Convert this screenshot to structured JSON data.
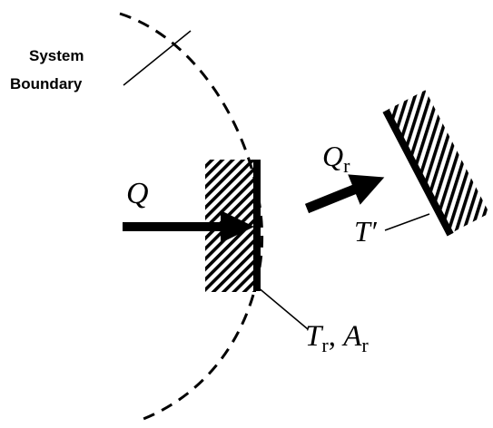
{
  "labels": {
    "system_boundary_line1": "System",
    "system_boundary_line2": "Boundary",
    "heat_in": "Q",
    "heat_radiated_main": "Q",
    "heat_radiated_sub": "r",
    "surroundings_temp": "T′",
    "surface_T_main": "T",
    "surface_T_sub": "r",
    "surface_sep": ", ",
    "surface_A_main": "A",
    "surface_A_sub": "r"
  },
  "colors": {
    "ink": "#000000",
    "background": "#ffffff"
  }
}
